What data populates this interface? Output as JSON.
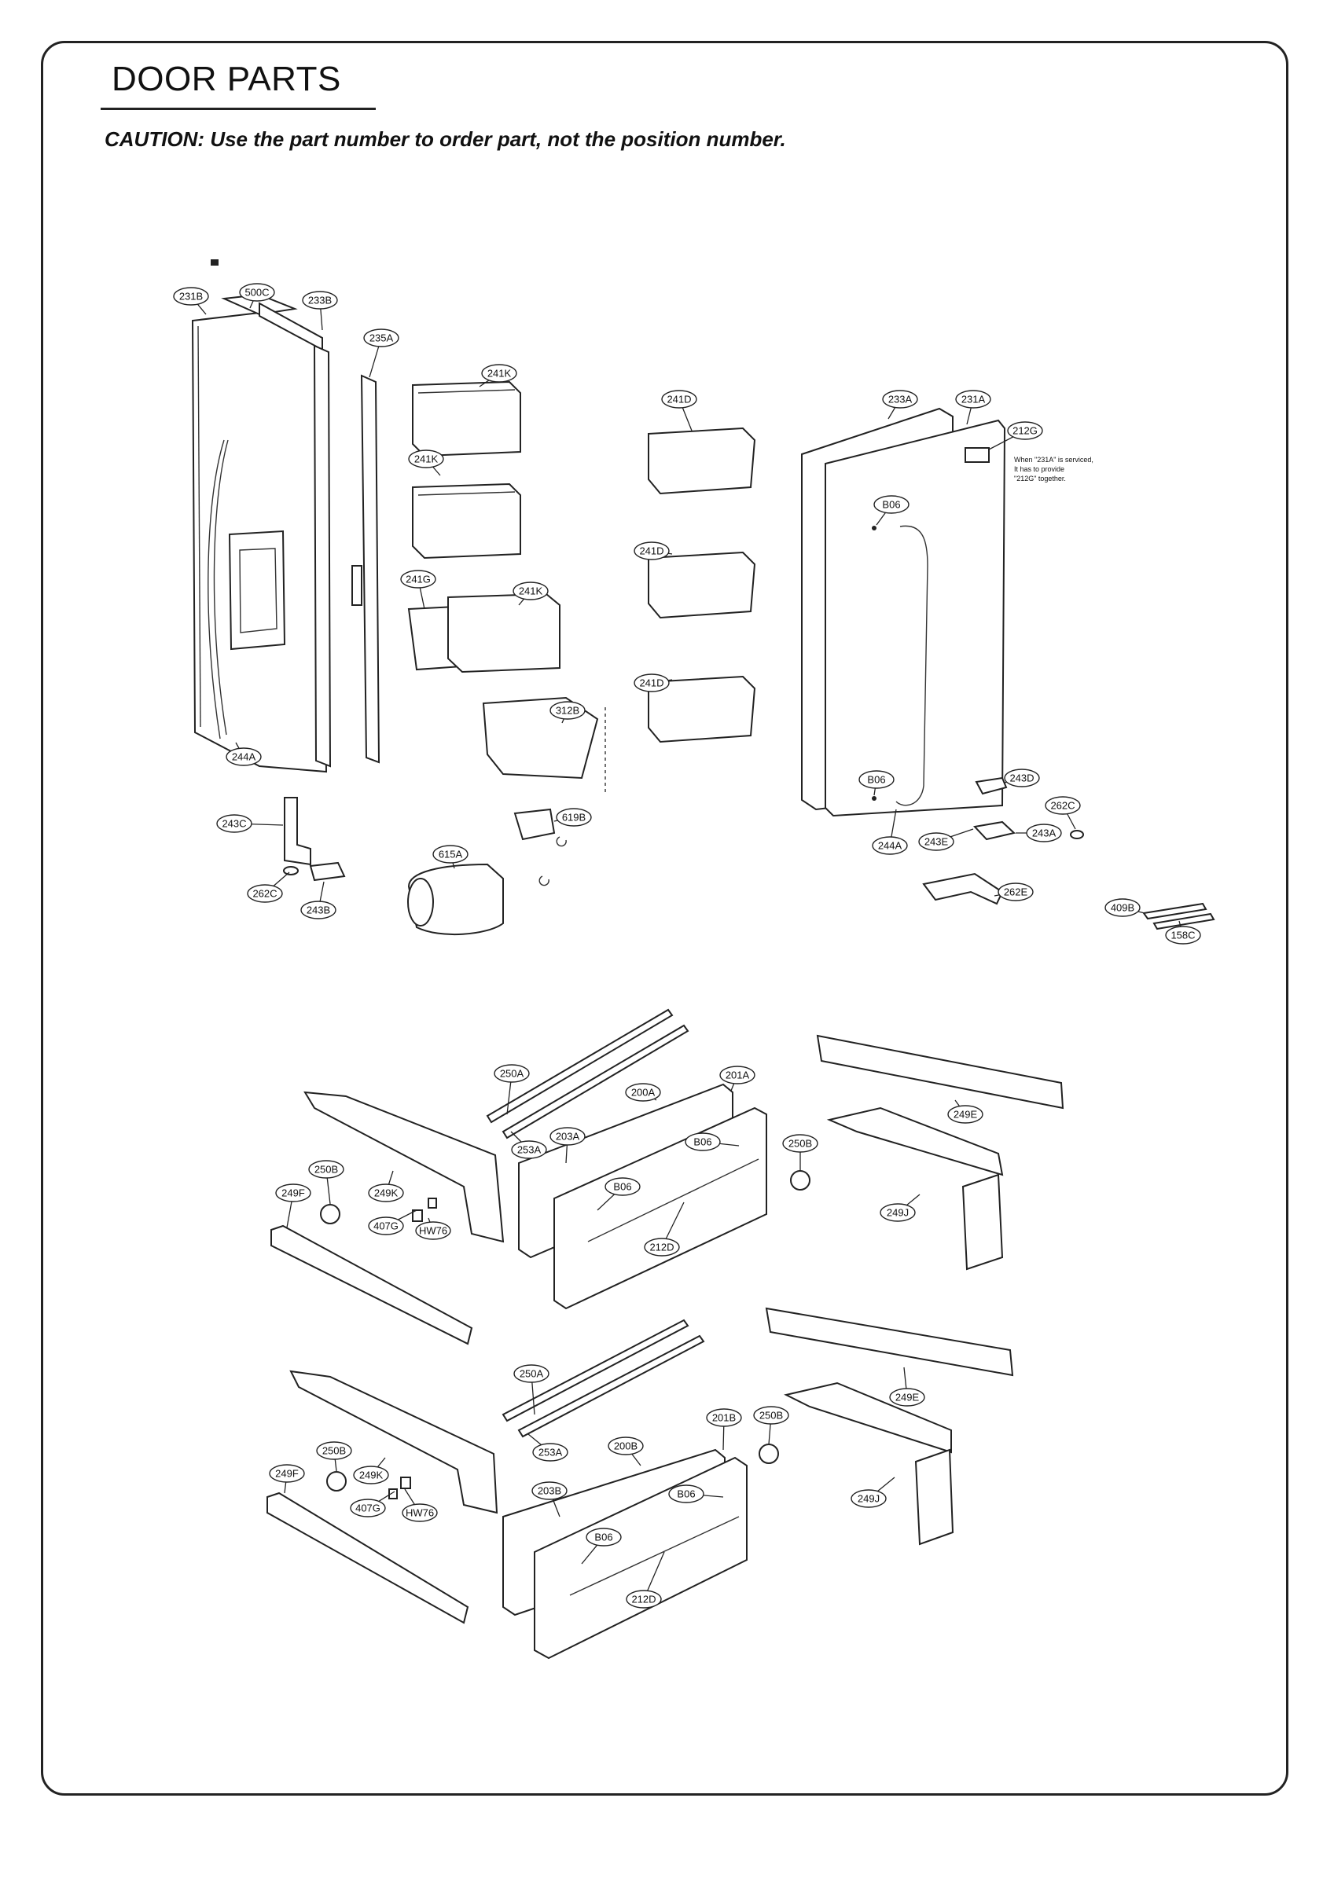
{
  "page": {
    "title": "DOOR PARTS",
    "caution": "CAUTION: Use the part number to order part, not the position number."
  },
  "service_note": {
    "lines": [
      "When \"231A\" is serviced,",
      "It has to provide",
      "\"212G\" together."
    ]
  },
  "callouts": [
    "231B",
    "500C",
    "233B",
    "235A",
    "241K",
    "241K",
    "241G",
    "241K",
    "312B",
    "244A",
    "243C",
    "262C",
    "243B",
    "619B",
    "615A",
    "241D",
    "241D",
    "241D",
    "233A",
    "231A",
    "212G",
    "B06",
    "B06",
    "243D",
    "262C",
    "243A",
    "243E",
    "244A",
    "262E",
    "409B",
    "158C",
    "250A",
    "253A",
    "200A",
    "201A",
    "203A",
    "B06",
    "B06",
    "212D",
    "250B",
    "249E",
    "249J",
    "249K",
    "249F",
    "250B",
    "407G",
    "HW76",
    "250A",
    "253A",
    "200B",
    "201B",
    "203B",
    "B06",
    "B06",
    "212D",
    "250B",
    "249E",
    "249J",
    "249K",
    "249F",
    "250B",
    "407G",
    "HW76"
  ]
}
